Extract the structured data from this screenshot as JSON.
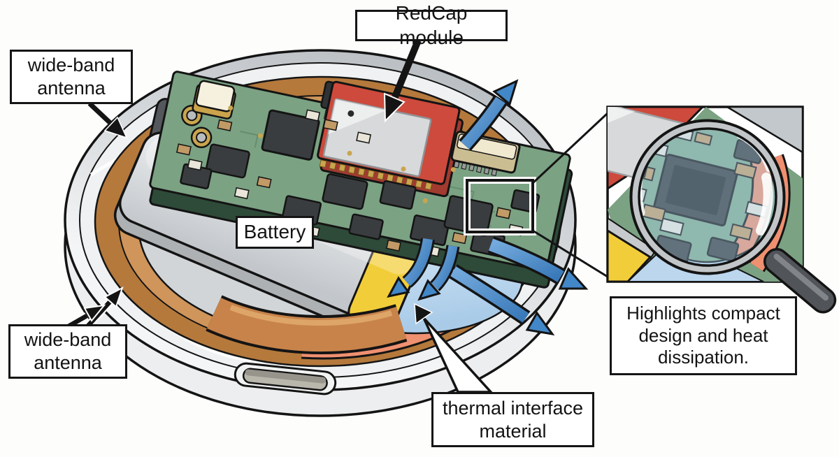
{
  "figure": {
    "type": "device-cutaway-diagram",
    "subject": "Circular device internals: RedCap module, battery, wide-band antenna, thermal interface with heat dissipation inset",
    "labels": {
      "antenna_top": "wide-band antenna",
      "redcap_module": "RedCap module",
      "battery": "Battery",
      "antenna_bottom": "wide-band antenna",
      "thermal_interface": "thermal interface material",
      "inset_caption": "Highlights compact design and heat dissipation."
    },
    "icons": {
      "magnifier": "magnifying-glass-icon",
      "heat_flow": "heat-flow-arrow-icon",
      "callout": "focus-area-rectangle"
    },
    "palette": {
      "antenna_copper": "#b5793c",
      "antenna_copper_light": "#cf955a",
      "pcb_green": "#7ba283",
      "redcap_red": "#cd4a3c",
      "shield_silver": "#d8d9da",
      "battery_silver": "#e0e3e6",
      "battery_tape_yellow": "#f2cd3a",
      "thermal_pad_blue": "#bcd6ee",
      "thermal_band_salmon": "#ef9070",
      "heat_arrow_blue": "#4287c8",
      "case_gray": "#c6cacd",
      "outline": "#141414"
    }
  }
}
